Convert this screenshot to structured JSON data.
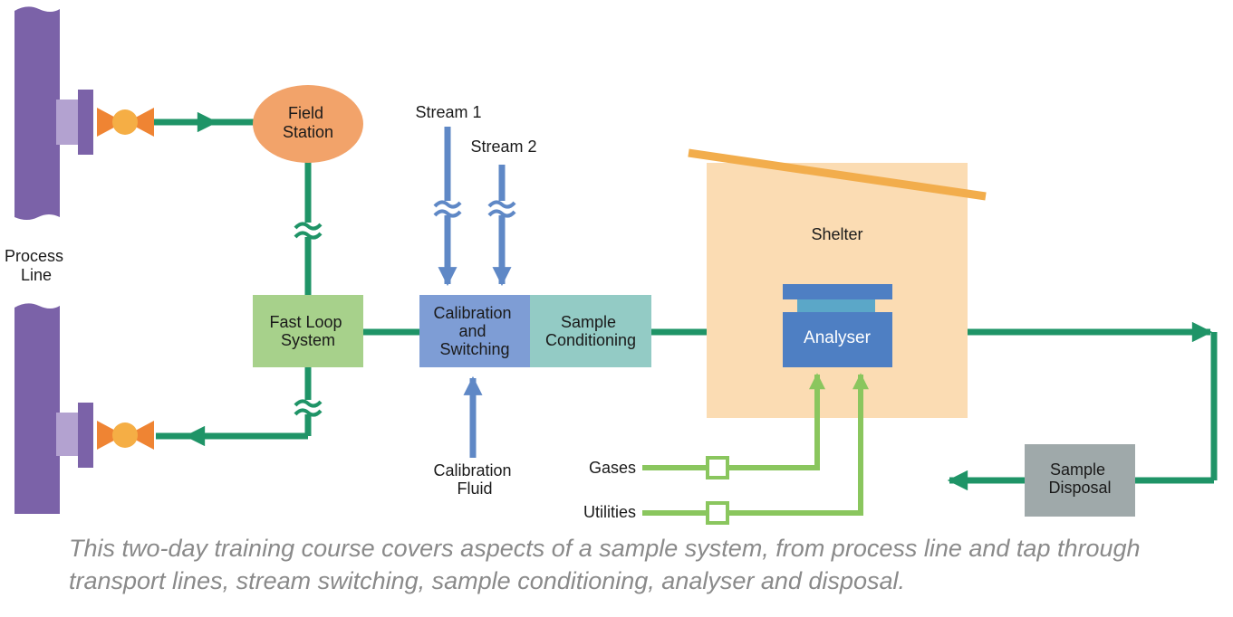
{
  "labels": {
    "process_line": [
      "Process",
      "Line"
    ],
    "field_station": [
      "Field",
      "Station"
    ],
    "fast_loop": [
      "Fast Loop",
      "System"
    ],
    "calibration_switching": [
      "Calibration",
      "and",
      "Switching"
    ],
    "sample_conditioning": [
      "Sample",
      "Conditioning"
    ],
    "stream1": "Stream 1",
    "stream2": "Stream 2",
    "calibration_fluid": [
      "Calibration",
      "Fluid"
    ],
    "shelter": "Shelter",
    "analyser": "Analyser",
    "gases": "Gases",
    "utilities": "Utilities",
    "sample_disposal": [
      "Sample",
      "Disposal"
    ]
  },
  "caption": "This two-day training course covers aspects of a sample system, from process line and tap through transport lines, stream switching, sample conditioning, analyser  and disposal.",
  "colors": {
    "process_pipe": "#7b62a8",
    "flange": "#b3a2d0",
    "valve_body": "#ef8433",
    "valve_ball": "#f5ae45",
    "transport_line": "#1f9467",
    "field_station": "#f2a36a",
    "fast_loop": "#a7d18b",
    "calibration": "#7e9dd5",
    "conditioning": "#93cbc5",
    "stream_line": "#5f88c6",
    "shelter": "#fbdcb3",
    "shelter_roof": "#f2ad4c",
    "analyser": "#4e7fc3",
    "analyser_cap": "#5b9bd0",
    "utility_line": "#8ac65e",
    "disposal": "#9fa9aa"
  }
}
